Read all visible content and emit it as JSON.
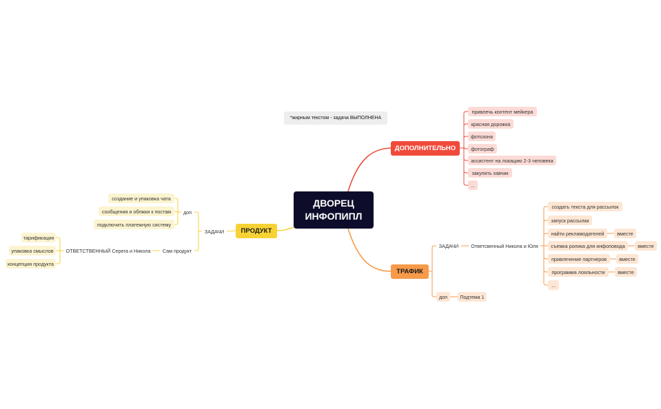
{
  "note": "*жирным текстом - задача ВЫПОЛНЕНА",
  "center": {
    "line1": "ДВОРЕЦ",
    "line2": "ИНФОПИПЛ"
  },
  "colors": {
    "center": "#0d0d2b",
    "red": "#f04a3a",
    "orange": "#f79a4a",
    "yellow": "#f7d234"
  },
  "dop_branch": {
    "title": "ДОПОЛНИТЕЛЬНО",
    "items": [
      "привлечь контент мейкера",
      "красная дорожка",
      "фотозона",
      "фотограф",
      "ассистент на локацию 2-3 человека",
      "закупить хавчик",
      "..."
    ]
  },
  "traffic_branch": {
    "title": "ТРАФИК",
    "tasks_label": "ЗАДАЧИ",
    "responsible": "Ответсвенный Никола и Юля",
    "tasks": [
      "создать текста для рассылок",
      "запуск рассылки",
      "найти рекламодателей",
      "съемка ролика для инфоповода",
      "привлечение партнеров",
      "программа лояльности",
      "..."
    ],
    "together_label": "вместе",
    "dop_label": "доп",
    "dop_item": "Подтема 1"
  },
  "product_branch": {
    "title": "ПРОДУКТ",
    "tasks_label": "ЗАДАЧИ",
    "dop_label": "доп",
    "dop_items": [
      "создание и упаковка чата",
      "сообщения и облжки к постам",
      "подключить платежную систему"
    ],
    "product_label": "Сам продукт",
    "responsible": "ОТВЕТСТВЕННЫЙ Серега и Никола",
    "product_items": [
      "тарификация",
      "упаковка смыслов",
      "концепция продукта"
    ]
  }
}
